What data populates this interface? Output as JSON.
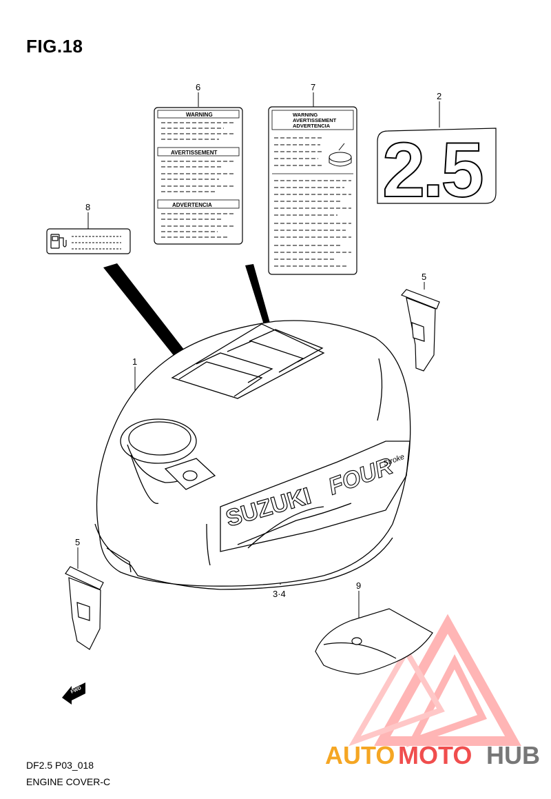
{
  "figure": {
    "title": "FIG.18",
    "model_code": "DF2.5 P03_018",
    "section_name": "ENGINE COVER-C"
  },
  "callouts": {
    "c1": "1",
    "c2": "2",
    "c34": "3·4",
    "c5a": "5",
    "c5b": "5",
    "c6": "6",
    "c7": "7",
    "c8": "8",
    "c9": "9"
  },
  "labels": {
    "warning_label": {
      "warning": "WARNING",
      "avertissement": "AVERTISSEMENT",
      "advertencia": "ADVERTENCIA"
    },
    "caution_label": {
      "warning": "WARNING",
      "avertissement": "AVERTISSEMENT",
      "advertencia": "ADVERTENCIA"
    },
    "decal_text": "2.5"
  },
  "cover": {
    "brand": "SUZUKI",
    "stroke_decal": "FOUR",
    "stroke_sub": "Stroke"
  },
  "fwd_arrow": "FWD",
  "watermark": {
    "part1": "AUTO",
    "part2": "MOTO",
    "part3": "HUB",
    "colors": {
      "auto": "#f5a623",
      "moto": "#f04e4e",
      "hub": "#777777",
      "logo": "#ff6b6b"
    }
  }
}
